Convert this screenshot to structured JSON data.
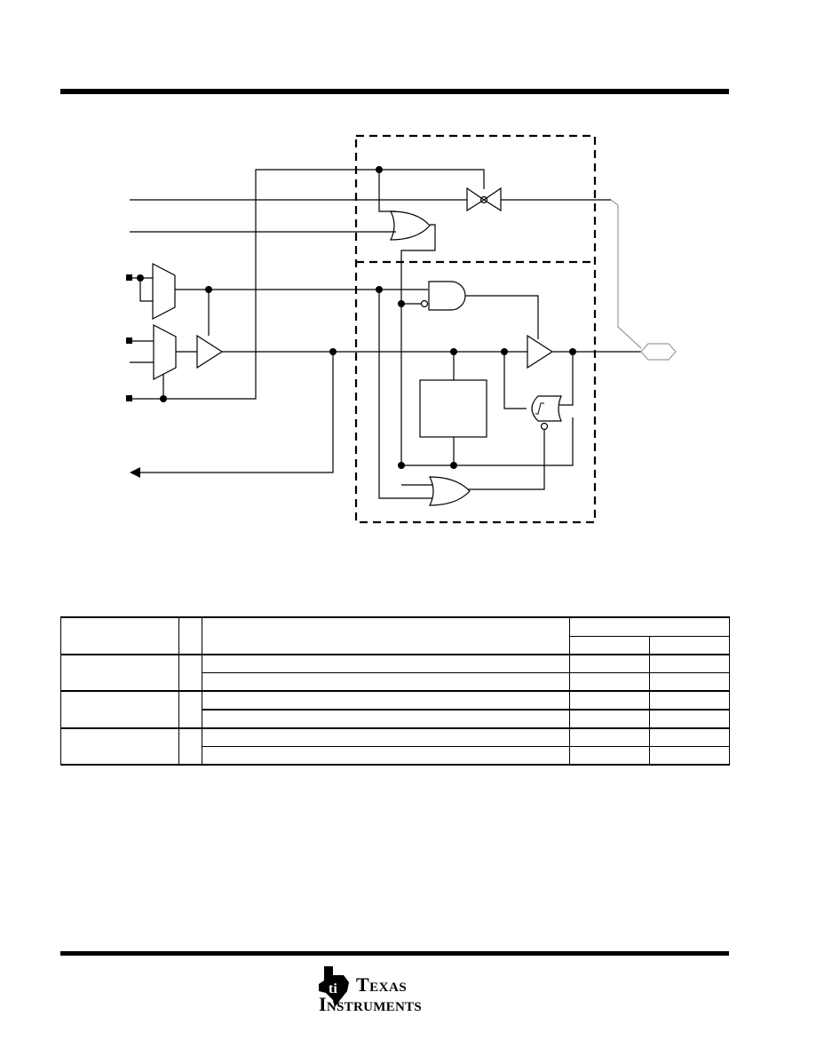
{
  "page": {
    "background": "#ffffff",
    "line_color": "#000000",
    "analog_line_color": "#9a9a9a"
  },
  "logo": {
    "line1": "Texas",
    "line2": "Instruments",
    "icon": "texas-state-ti-icon"
  },
  "table": {
    "columns": 5,
    "row_groups": 3,
    "rows_per_group": 2
  }
}
